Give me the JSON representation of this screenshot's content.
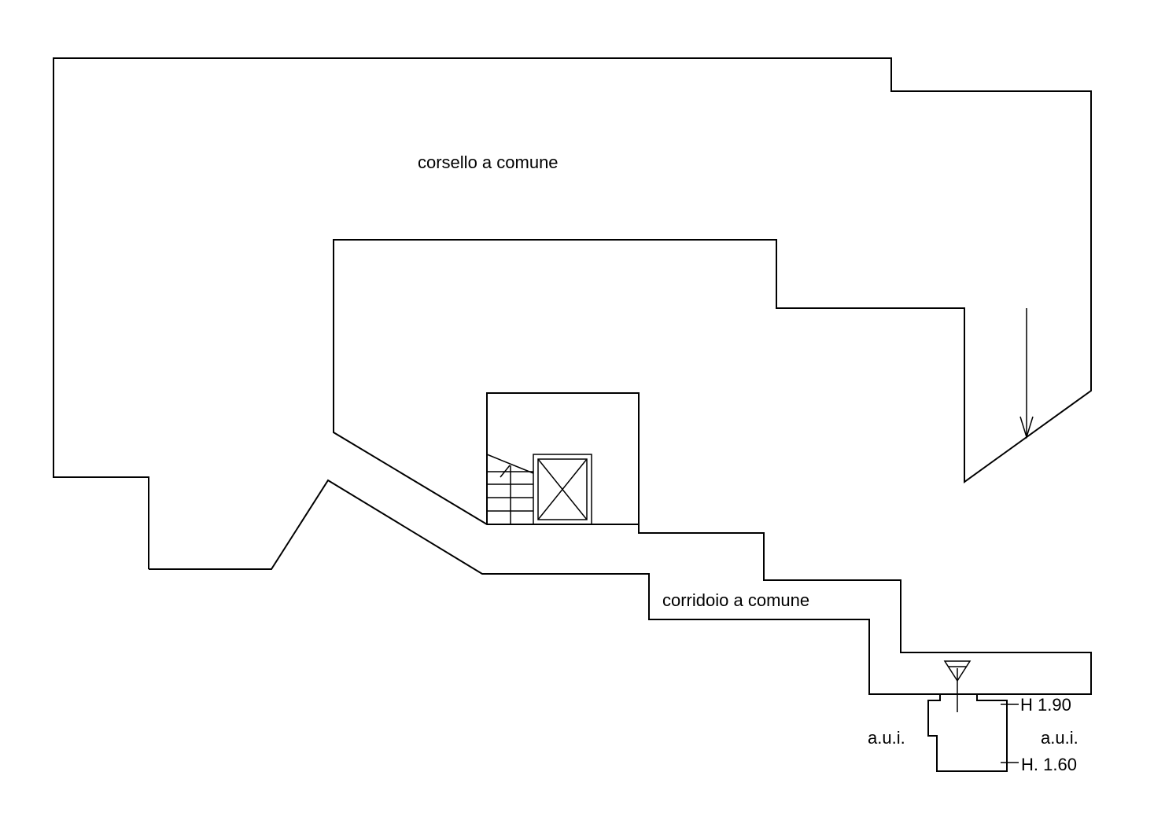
{
  "plan": {
    "labels": {
      "corsello": "corsello a comune",
      "corridoio": "corridoio a comune",
      "aui_left": "a.u.i.",
      "aui_right": "a.u.i.",
      "h190": "H 1.90",
      "h160": "H. 1.60"
    }
  }
}
